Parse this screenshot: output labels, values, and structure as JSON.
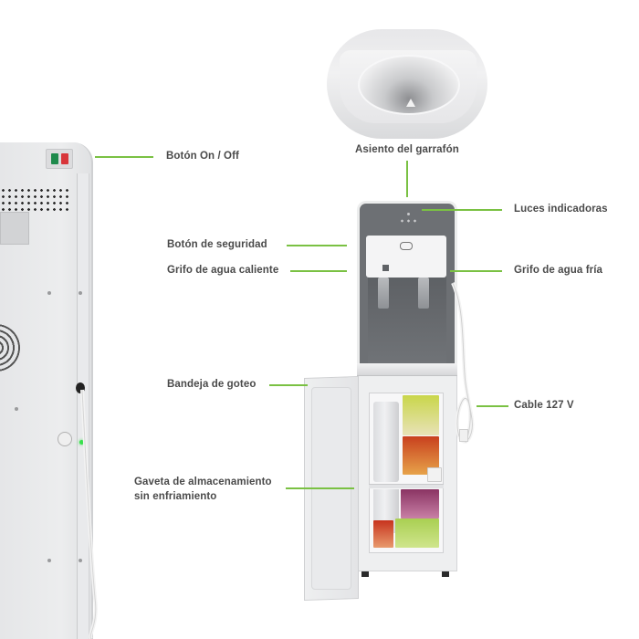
{
  "image": {
    "subject": "Water dispenser with storage cabinet - feature callouts",
    "accent_color": "#7ac143",
    "text_color": "#4a4a4a"
  },
  "callouts": {
    "power_switch": "Botón On / Off",
    "bottle_seat": "Asiento del garrafón",
    "indicator_lights": "Luces indicadoras",
    "safety_button": "Botón de seguridad",
    "hot_tap": "Grifo de agua caliente",
    "cold_tap": "Grifo de agua fría",
    "drip_tray": "Bandeja de goteo",
    "cable": "Cable 127 V",
    "storage_line1": "Gaveta de almacenamiento",
    "storage_line2": "sin enfriamiento"
  },
  "icons": {
    "switch_on": "green-rocker-switch",
    "switch_off": "red-rocker-switch"
  }
}
